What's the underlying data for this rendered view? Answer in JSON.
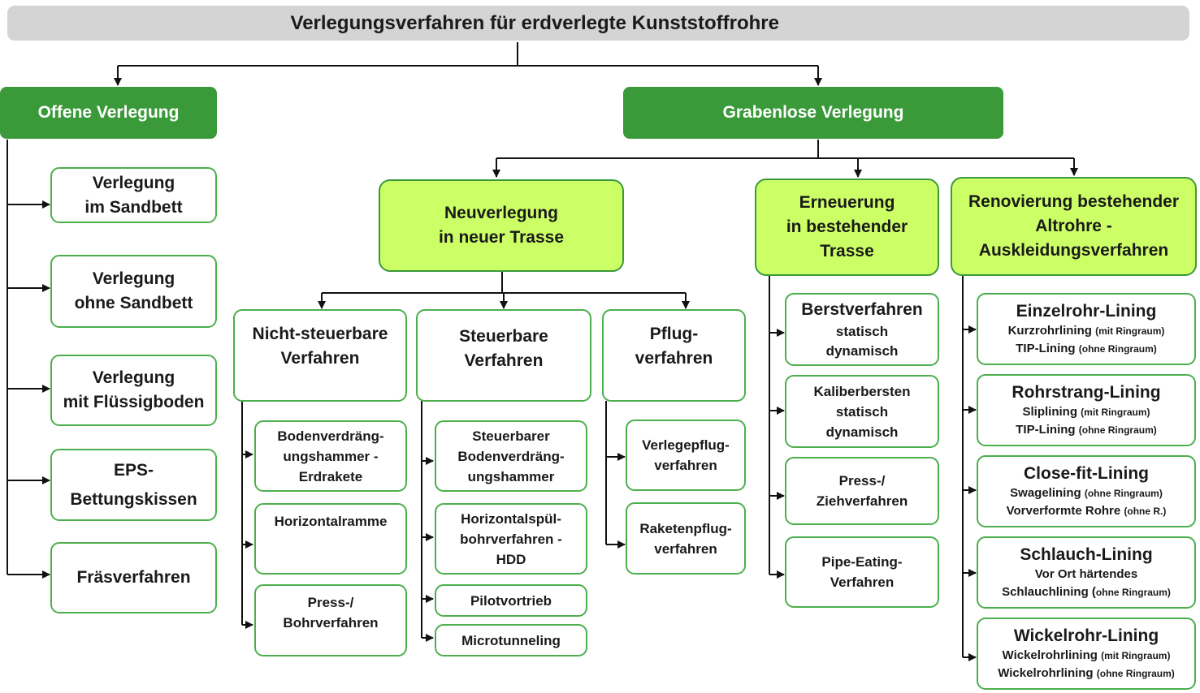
{
  "title": "Verlegungsverfahren für erdverlegte Kunststoffrohre",
  "offene": {
    "heading": "Offene Verlegung",
    "items": [
      {
        "line1": "Verlegung",
        "line2": "im Sandbett"
      },
      {
        "line1": "Verlegung",
        "line2": "ohne Sandbett"
      },
      {
        "line1": "Verlegung",
        "line2": "mit Flüssigboden"
      },
      {
        "line1": "EPS-",
        "line2": "Bettungskissen"
      },
      {
        "line1": "Fräsverfahren",
        "line2": ""
      }
    ]
  },
  "grabenlos": {
    "heading": "Grabenlose Verlegung",
    "neu": {
      "line1": "Neuverlegung",
      "line2": "in neuer Trasse",
      "nicht_steuerbar": {
        "line1": "Nicht-steuerbare",
        "line2": "Verfahren",
        "items": [
          {
            "line1": "Bodenverdräng-",
            "line2": "ungshammer -",
            "line3": "Erdrakete"
          },
          {
            "line1": "Horizontalramme"
          },
          {
            "line1": "Press-/",
            "line2": "Bohrverfahren"
          }
        ]
      },
      "steuerbar": {
        "line1": "Steuerbare",
        "line2": "Verfahren",
        "items": [
          {
            "line1": "Steuerbarer",
            "line2": "Bodenverdräng-",
            "line3": "ungshammer"
          },
          {
            "line1": "Horizontalspül-",
            "line2": "bohrverfahren -",
            "line3": "HDD"
          },
          {
            "line1": "Pilotvortrieb"
          },
          {
            "line1": "Microtunneling"
          }
        ]
      },
      "pflug": {
        "line1": "Pflug-",
        "line2": "verfahren",
        "items": [
          {
            "line1": "Verlegepflug-",
            "line2": "verfahren"
          },
          {
            "line1": "Raketenpflug-",
            "line2": "verfahren"
          }
        ]
      }
    },
    "erneuerung": {
      "line1": "Erneuerung",
      "line2": "in bestehender",
      "line3": "Trasse",
      "items": [
        {
          "title": "Berstverfahren",
          "sub1": "statisch",
          "sub2": "dynamisch"
        },
        {
          "title": "Kaliberbersten",
          "sub1": "statisch",
          "sub2": "dynamisch"
        },
        {
          "title": "Press-/",
          "sub1": "Ziehverfahren"
        },
        {
          "title": "Pipe-Eating-",
          "sub1": "Verfahren"
        }
      ]
    },
    "renovierung": {
      "line1": "Renovierung bestehender",
      "line2": "Altrohre -",
      "line3": "Auskleidungsverfahren",
      "items": [
        {
          "title": "Einzelrohr-Lining",
          "l1": "Kurzrohrlining",
          "l1n": "(mit Ringraum)",
          "l2": "TIP-Lining",
          "l2n": "(ohne Ringraum)"
        },
        {
          "title": "Rohrstrang-Lining",
          "l1": "Sliplining",
          "l1n": "(mit Ringraum)",
          "l2": "TIP-Lining",
          "l2n": "(ohne Ringraum)"
        },
        {
          "title": "Close-fit-Lining",
          "l1": "Swagelining",
          "l1n": "(ohne Ringraum)",
          "l2": "Vorverformte Rohre",
          "l2n": "(ohne R.)"
        },
        {
          "title": "Schlauch-Lining",
          "l1": "Vor Ort härtendes",
          "l1n": "",
          "l2": "Schlauchlining (",
          "l2n": "ohne Ringraum)"
        },
        {
          "title": "Wickelrohr-Lining",
          "l1": "Wickelrohrlining",
          "l1n": "(mit Ringraum)",
          "l2": "Wickelrohrlining",
          "l2n": "(ohne Ringraum)"
        }
      ]
    }
  }
}
